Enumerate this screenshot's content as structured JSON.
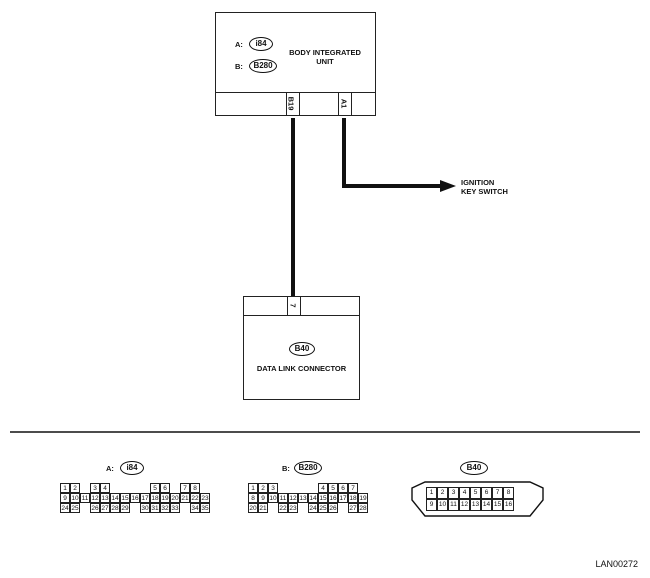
{
  "body_unit": {
    "label_a": "A:",
    "label_b": "B:",
    "code_a": "i84",
    "code_b": "B280",
    "title_line1": "BODY INTEGRATED",
    "title_line2": "UNIT",
    "pin_b19": "B19",
    "pin_a1": "A1"
  },
  "ignition": {
    "line1": "IGNITION",
    "line2": "KEY SWITCH"
  },
  "data_link": {
    "pin": "7",
    "code": "B40",
    "title": "DATA LINK CONNECTOR"
  },
  "connectors": {
    "a": {
      "label": "A:",
      "code": "i84",
      "row1": [
        "1",
        "2",
        "",
        "3",
        "4",
        "",
        "",
        "",
        "",
        "5",
        "6",
        "",
        "7",
        "8"
      ],
      "row2": [
        "9",
        "10",
        "11",
        "12",
        "13",
        "14",
        "15",
        "16",
        "17",
        "18",
        "19",
        "20",
        "21",
        "22",
        "23"
      ],
      "row3": [
        "24",
        "25",
        "",
        "26",
        "27",
        "28",
        "29",
        "",
        "30",
        "31",
        "32",
        "33",
        "",
        "34",
        "35"
      ]
    },
    "b": {
      "label": "B:",
      "code": "B280",
      "row1": [
        "1",
        "2",
        "3",
        "",
        "",
        "",
        "",
        "4",
        "5",
        "6",
        "7"
      ],
      "row2": [
        "8",
        "9",
        "10",
        "11",
        "12",
        "13",
        "14",
        "15",
        "16",
        "17",
        "18",
        "19"
      ],
      "row3": [
        "20",
        "21",
        "",
        "22",
        "23",
        "",
        "24",
        "25",
        "26",
        "",
        "27",
        "28"
      ]
    },
    "c": {
      "code": "B40",
      "row1": [
        "1",
        "2",
        "3",
        "4",
        "5",
        "6",
        "7",
        "8"
      ],
      "row2": [
        "9",
        "10",
        "11",
        "12",
        "13",
        "14",
        "15",
        "16"
      ]
    }
  },
  "footer": {
    "code": "LAN00272"
  }
}
